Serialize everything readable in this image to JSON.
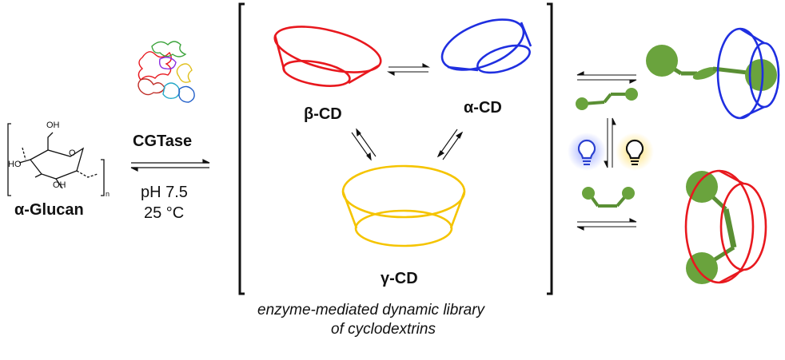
{
  "glucan": {
    "label": "α-Glucan",
    "oh_top": "OH",
    "ho_left": "HO",
    "oh_bottom": "OH",
    "ring_o": "O",
    "repeat_n": "n"
  },
  "enzyme": {
    "name": "CGTase",
    "ph": "pH 7.5",
    "temperature": "25 °C"
  },
  "library": {
    "beta_cd": "β-CD",
    "alpha_cd": "α-CD",
    "gamma_cd": "γ-CD",
    "caption_line1": "enzyme-mediated dynamic library",
    "caption_line2": "of cyclodextrins"
  },
  "colors": {
    "beta": "#e8181e",
    "alpha": "#1f2fe0",
    "gamma": "#f5c400",
    "guest": "#6aa33d",
    "light_blue": "#2a3fcf",
    "light_yellow": "#e0a800",
    "text": "#111111"
  },
  "icons": [
    "glucose-ring-structure",
    "cgtase-protein-icon",
    "blue-light-bulb-icon",
    "yellow-light-bulb-icon",
    "trans-azobenzene-guest",
    "cis-azobenzene-guest"
  ]
}
